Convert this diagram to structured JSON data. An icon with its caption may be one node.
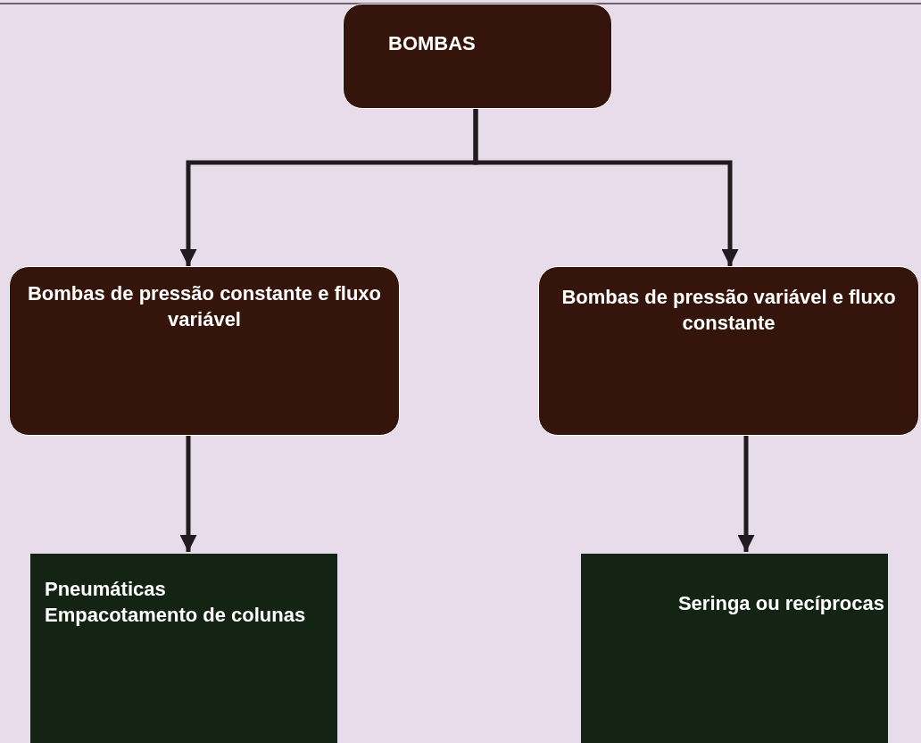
{
  "diagram": {
    "nodes": [
      {
        "text": [
          "BOMBAS"
        ]
      },
      {
        "text": [
          "Bombas de pressão constante e fluxo variável"
        ]
      },
      {
        "text": [
          "Bombas de pressão variável e fluxo constante"
        ]
      },
      {
        "text": [
          "Pneumáticas",
          "Empacotamento de colunas"
        ]
      },
      {
        "text": [
          "Seringa ou recíprocas"
        ]
      }
    ],
    "edges": [
      {
        "from": 0,
        "to": 1,
        "arrow": "to"
      },
      {
        "from": 0,
        "to": 2,
        "arrow": "to"
      },
      {
        "from": 1,
        "to": 3,
        "arrow": "to"
      },
      {
        "from": 2,
        "to": 4,
        "arrow": "to"
      }
    ]
  }
}
